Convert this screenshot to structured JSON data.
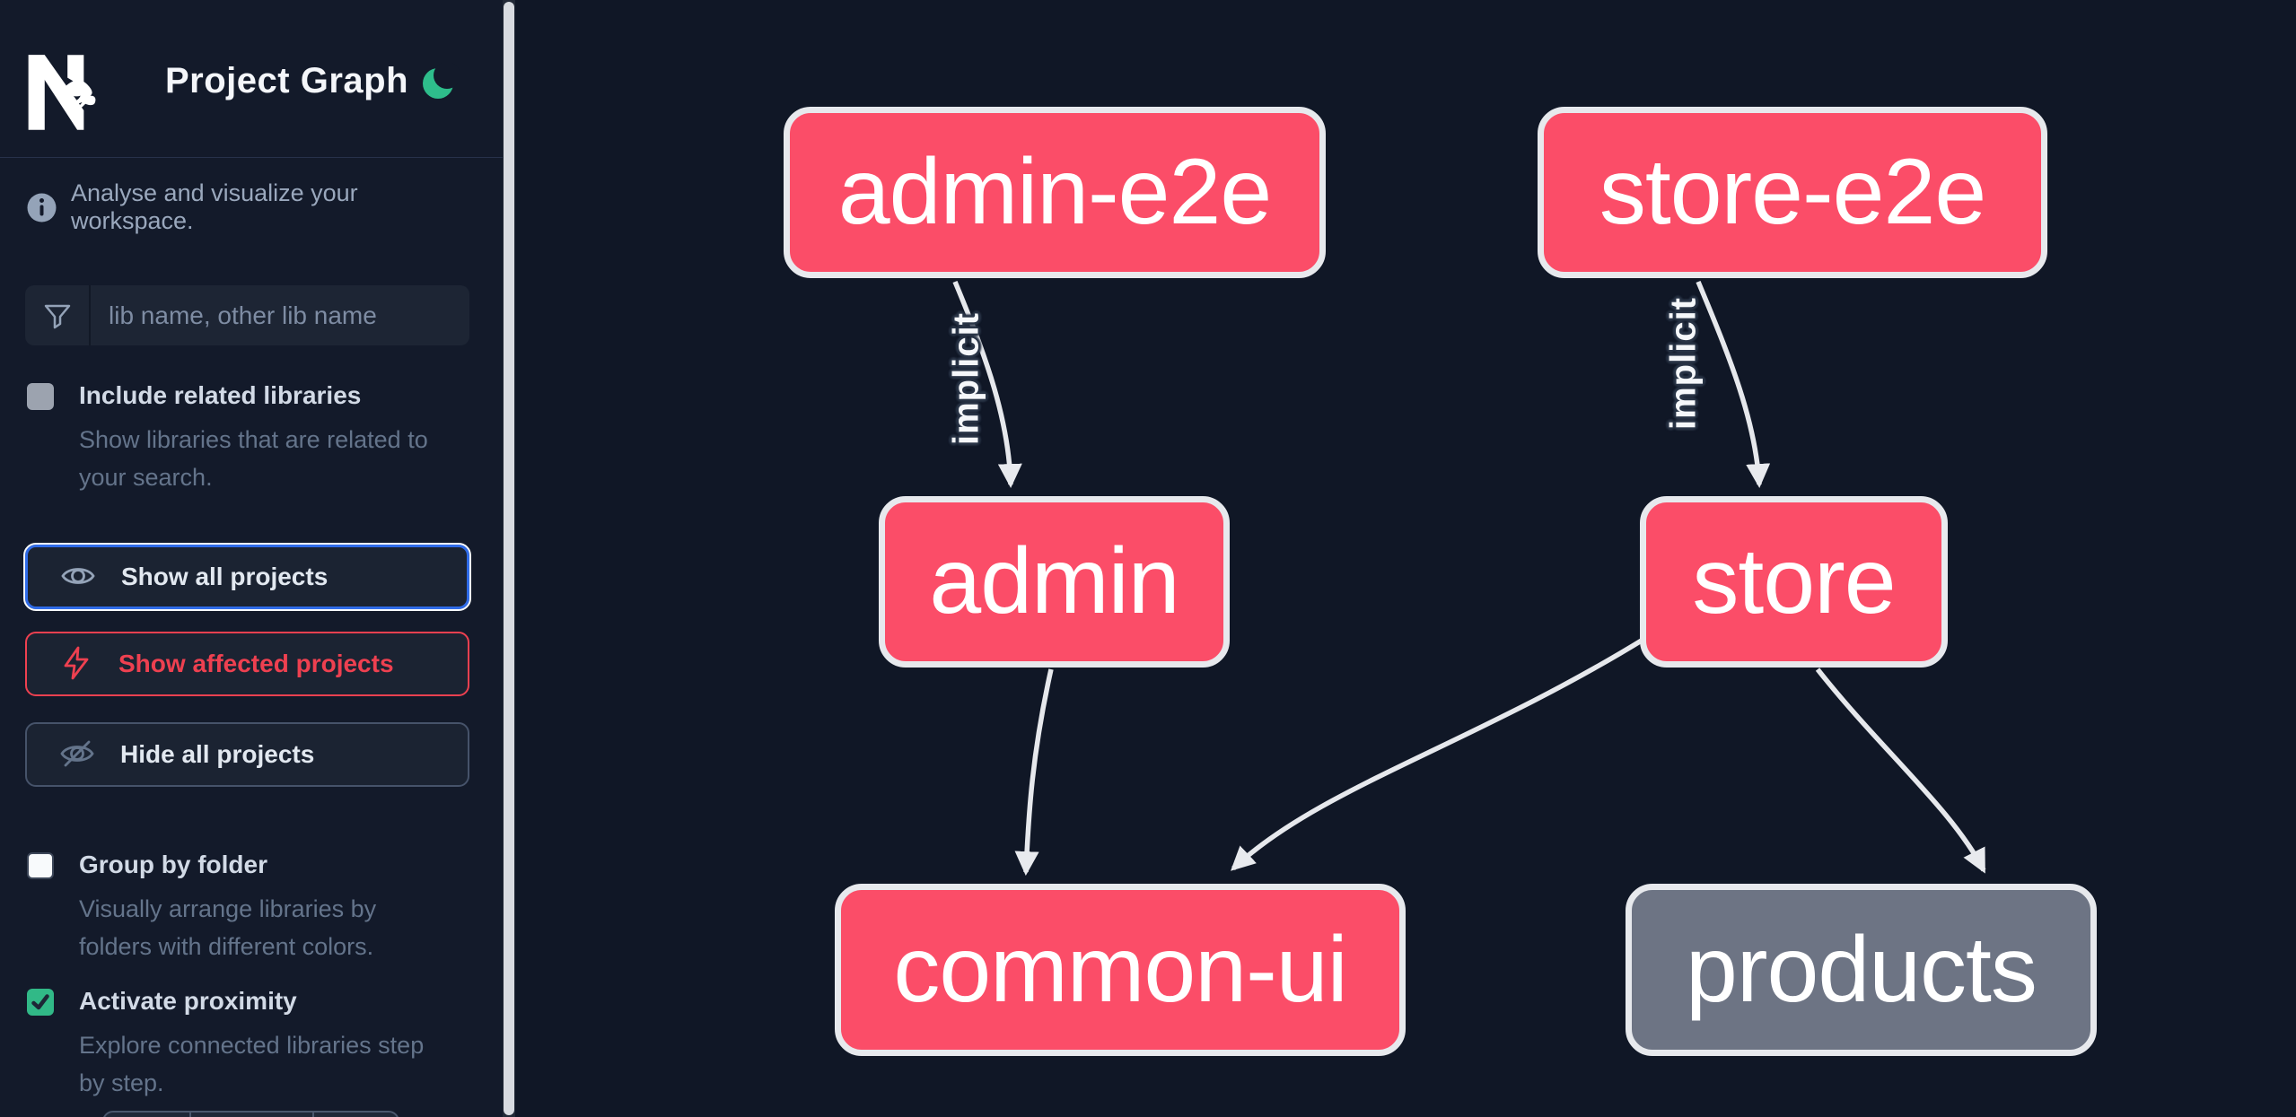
{
  "app": {
    "title": "Project Graph",
    "theme_icon": "moon-icon"
  },
  "sidebar": {
    "info": {
      "text": "Analyse and visualize your workspace."
    },
    "search": {
      "placeholder": "lib name, other lib name",
      "value": ""
    },
    "toggles": [
      {
        "label": "Include related libraries",
        "description": "Show libraries that are related to\nyour search.",
        "checked": false
      },
      {
        "label": "Group by folder",
        "description": "Visually arrange libraries by\nfolders with different colors.",
        "checked": false
      },
      {
        "label": "Activate proximity",
        "description": "Explore connected libraries step\nby step.",
        "checked": true
      }
    ],
    "actions": [
      {
        "label": "Show all projects",
        "icon": "eye-icon",
        "state": "focused"
      },
      {
        "label": "Show affected projects",
        "icon": "lightning-icon",
        "state": "danger"
      },
      {
        "label": "Hide all projects",
        "icon": "eye-off-icon",
        "state": "default"
      }
    ]
  },
  "graph": {
    "nodes": [
      {
        "id": "admin-e2e",
        "label": "admin-e2e",
        "color": "pink"
      },
      {
        "id": "store-e2e",
        "label": "store-e2e",
        "color": "pink"
      },
      {
        "id": "admin",
        "label": "admin",
        "color": "pink"
      },
      {
        "id": "store",
        "label": "store",
        "color": "pink"
      },
      {
        "id": "common-ui",
        "label": "common-ui",
        "color": "pink"
      },
      {
        "id": "products",
        "label": "products",
        "color": "gray"
      }
    ],
    "edges": [
      {
        "from": "admin-e2e",
        "to": "admin",
        "label": "implicit",
        "type": "implicit"
      },
      {
        "from": "store-e2e",
        "to": "store",
        "label": "implicit",
        "type": "implicit"
      },
      {
        "from": "admin",
        "to": "common-ui",
        "label": "",
        "type": "static"
      },
      {
        "from": "store",
        "to": "common-ui",
        "label": "",
        "type": "static"
      },
      {
        "from": "store",
        "to": "products",
        "label": "",
        "type": "static"
      }
    ]
  },
  "fab": {
    "icon": "download-icon"
  },
  "colors": {
    "node_pink": "#fb4d68",
    "node_gray": "#6d7484",
    "node_border": "#e7e9ed",
    "accent_blue": "#2f6be8",
    "accent_red": "#ee4050",
    "accent_green": "#31b987",
    "moon_green": "#2ebd8b",
    "fab_green": "#33b288",
    "sidebar_bg": "#131a2a",
    "canvas_bg": "#101726"
  }
}
